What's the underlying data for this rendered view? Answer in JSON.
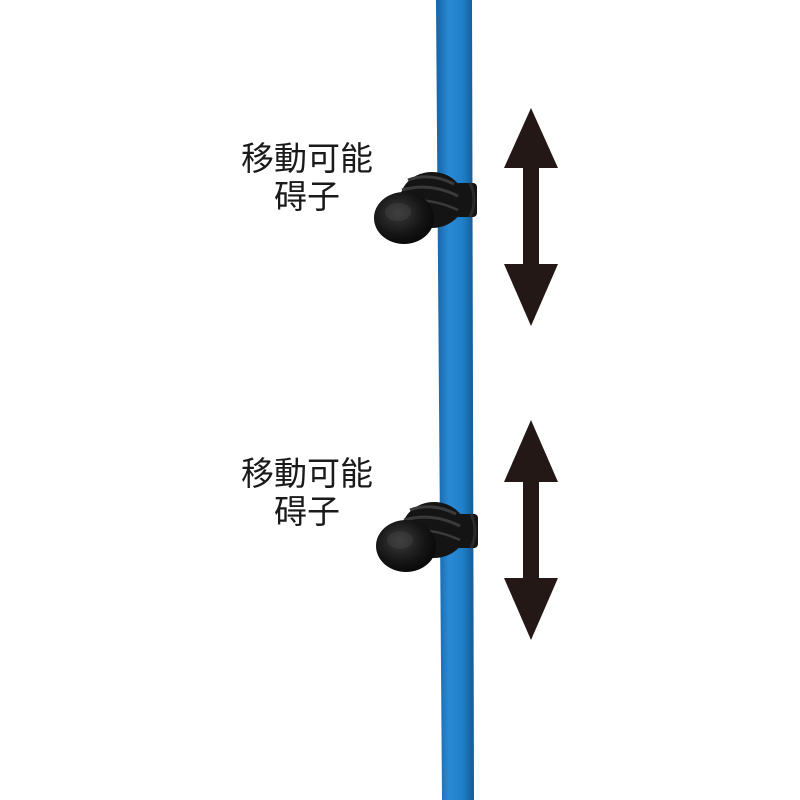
{
  "labels": [
    {
      "line1": "移動可能",
      "line2": "碍子"
    },
    {
      "line1": "移動可能",
      "line2": "碍子"
    }
  ],
  "colors": {
    "post": "#1f7fc8",
    "post_highlight": "#3a9ae0",
    "post_shadow": "#1663a3",
    "insulator": "#141414",
    "arrow": "#231815",
    "text": "#1a1a1a",
    "background": "#ffffff"
  },
  "icons": {
    "post": "fence-post",
    "insulator": "insulator-icon",
    "arrow": "vertical-double-arrow-icon"
  }
}
